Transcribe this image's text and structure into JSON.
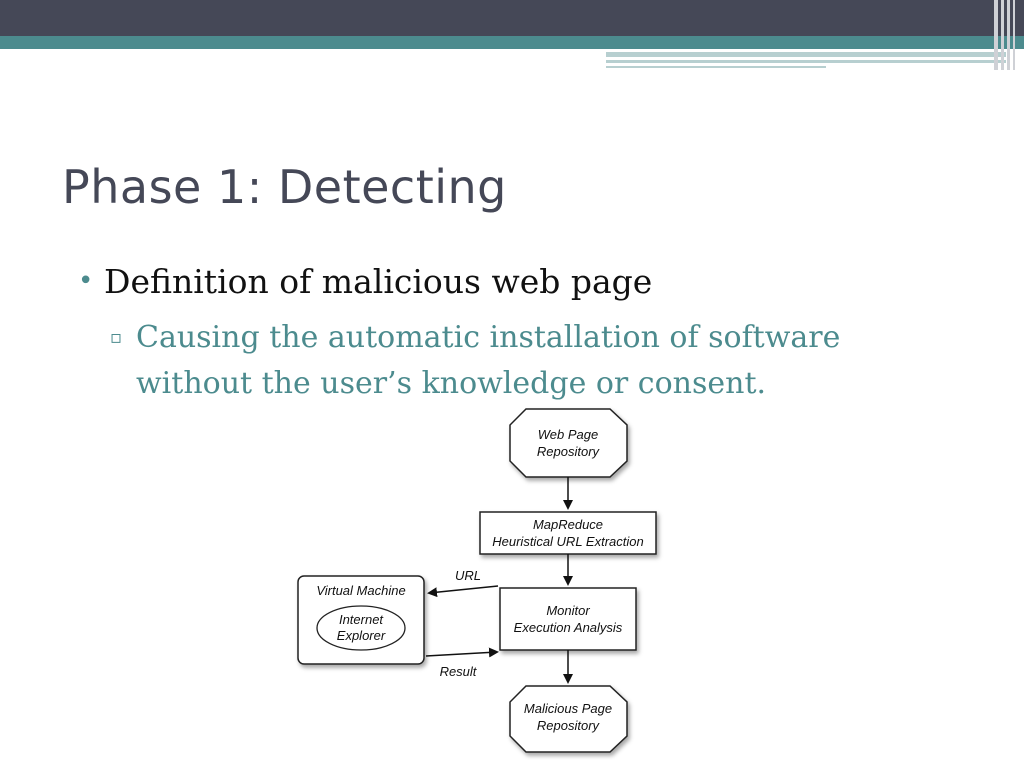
{
  "slide": {
    "title": "Phase 1: Detecting",
    "bullet_main": "Definition of malicious web page",
    "bullet_sub": "Causing the automatic installation of software without the user’s knowledge or consent."
  },
  "diagram": {
    "web_repo_line1": "Web Page",
    "web_repo_line2": "Repository",
    "mapreduce_line1": "MapReduce",
    "mapreduce_line2": "Heuristical URL Extraction",
    "monitor_line1": "Monitor",
    "monitor_line2": "Execution Analysis",
    "vm_title": "Virtual Machine",
    "ie_line1": "Internet",
    "ie_line2": "Explorer",
    "url_label": "URL",
    "result_label": "Result",
    "malicious_line1": "Malicious Page",
    "malicious_line2": "Repository"
  },
  "colors": {
    "header_dark": "#454857",
    "accent_teal": "#4c8b8e",
    "title_color": "#454857"
  }
}
